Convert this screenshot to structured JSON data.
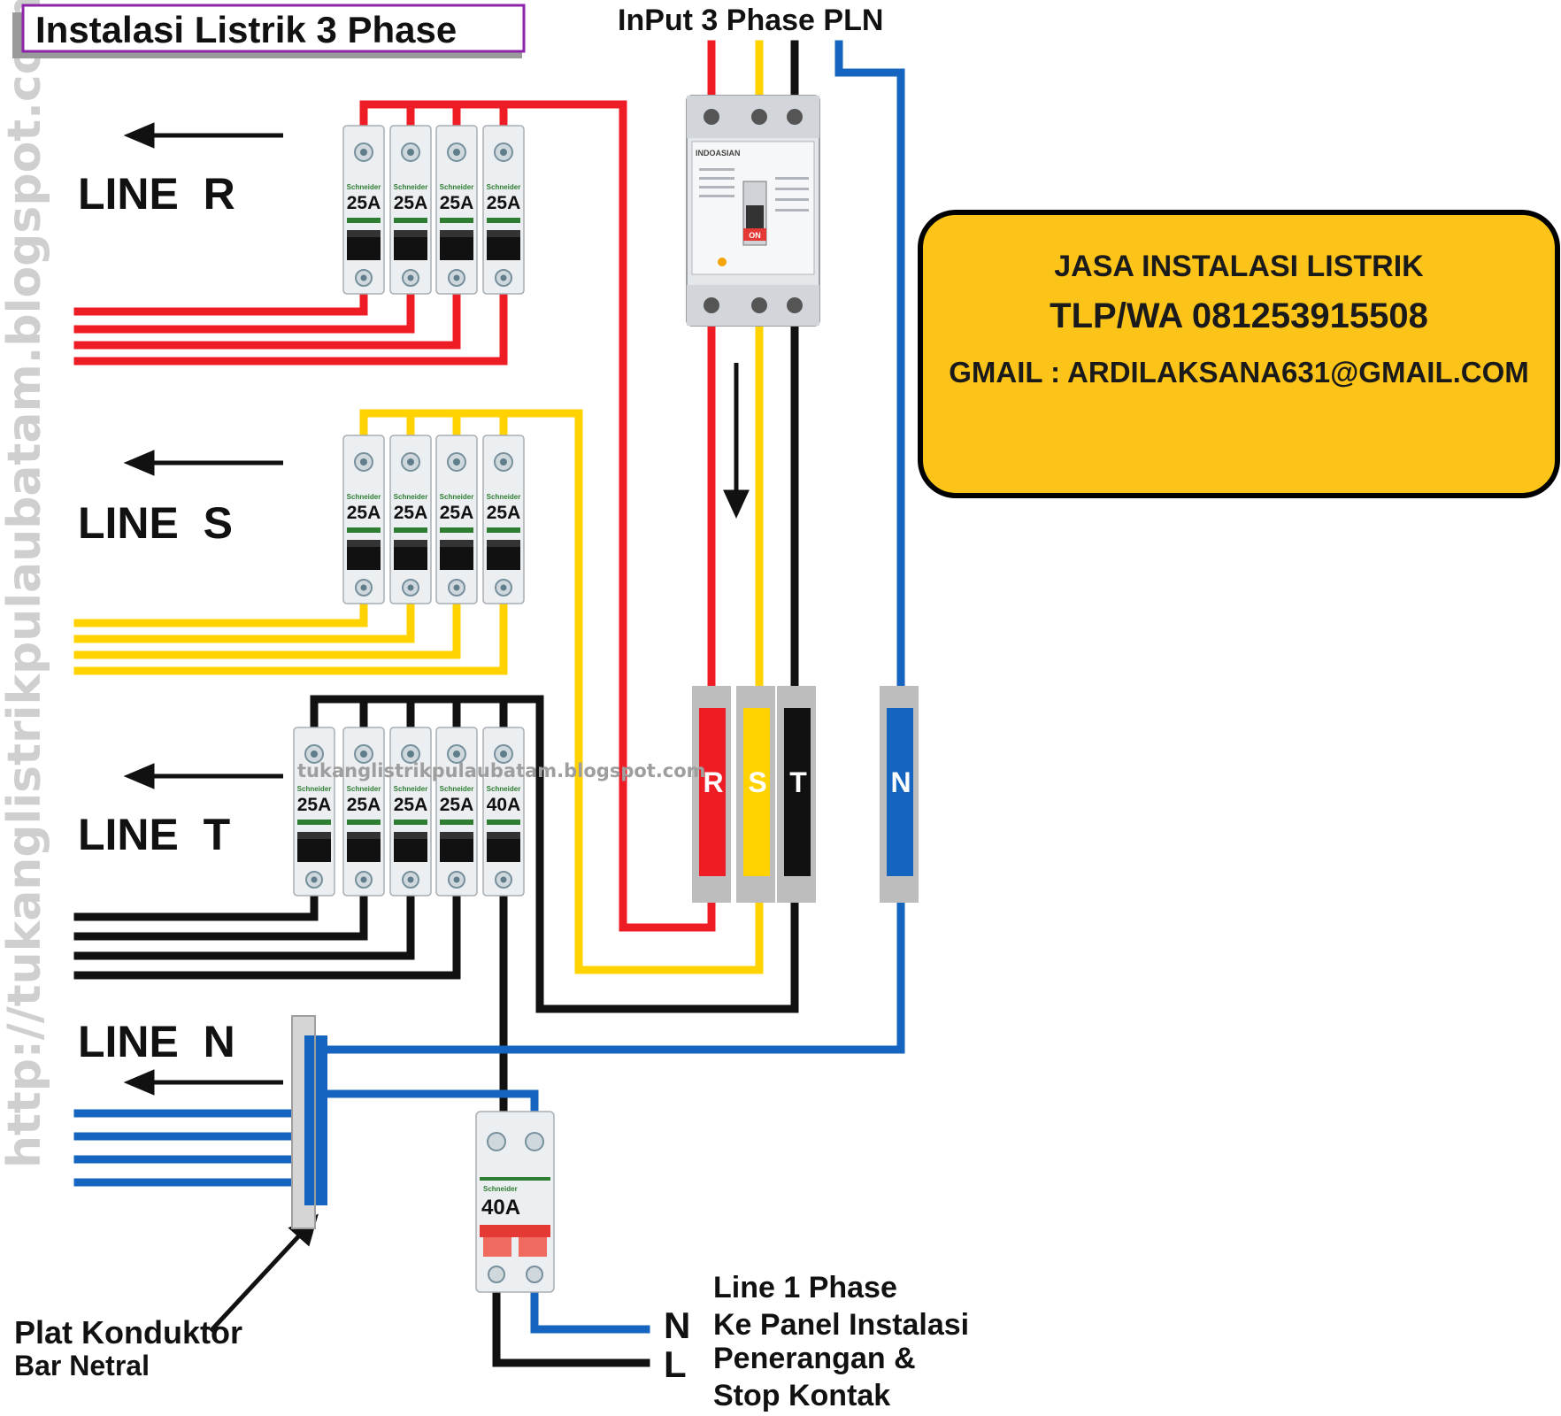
{
  "title": "Instalasi Listrik 3 Phase",
  "input_label": "InPut 3 Phase PLN",
  "watermark_side": "http://tukanglistrikpulaubatam.blogspot.com",
  "watermark_center": "tukanglistrikpulaubatam.blogspot.com",
  "lines": {
    "r": "LINE  R",
    "s": "LINE  S",
    "t": "LINE  T",
    "n": "LINE  N"
  },
  "breakers": {
    "brand": "Schneider",
    "r": [
      "25A",
      "25A",
      "25A",
      "25A"
    ],
    "s": [
      "25A",
      "25A",
      "25A",
      "25A"
    ],
    "t": [
      "25A",
      "25A",
      "25A",
      "25A",
      "40A"
    ],
    "single_phase": "40A"
  },
  "mccb": {
    "brand": "INDOASIAN",
    "on": "ON"
  },
  "busbars": [
    "R",
    "S",
    "T",
    "N"
  ],
  "ad": {
    "line1": "JASA INSTALASI LISTRIK",
    "line2": "TLP/WA 081253915508",
    "line3": "GMAIL : ARDILAKSANA631@GMAIL.COM"
  },
  "neutral_bar_label": [
    "Plat Konduktor",
    "Bar Netral"
  ],
  "output": {
    "n": "N",
    "l": "L",
    "desc": [
      "Line 1 Phase",
      "Ke Panel Instalasi",
      "Penerangan &",
      "Stop Kontak"
    ]
  },
  "colors": {
    "r": "#ee1c24",
    "s": "#ffd200",
    "t": "#111111",
    "n": "#1565c0",
    "ad_bg": "#fcc419"
  }
}
